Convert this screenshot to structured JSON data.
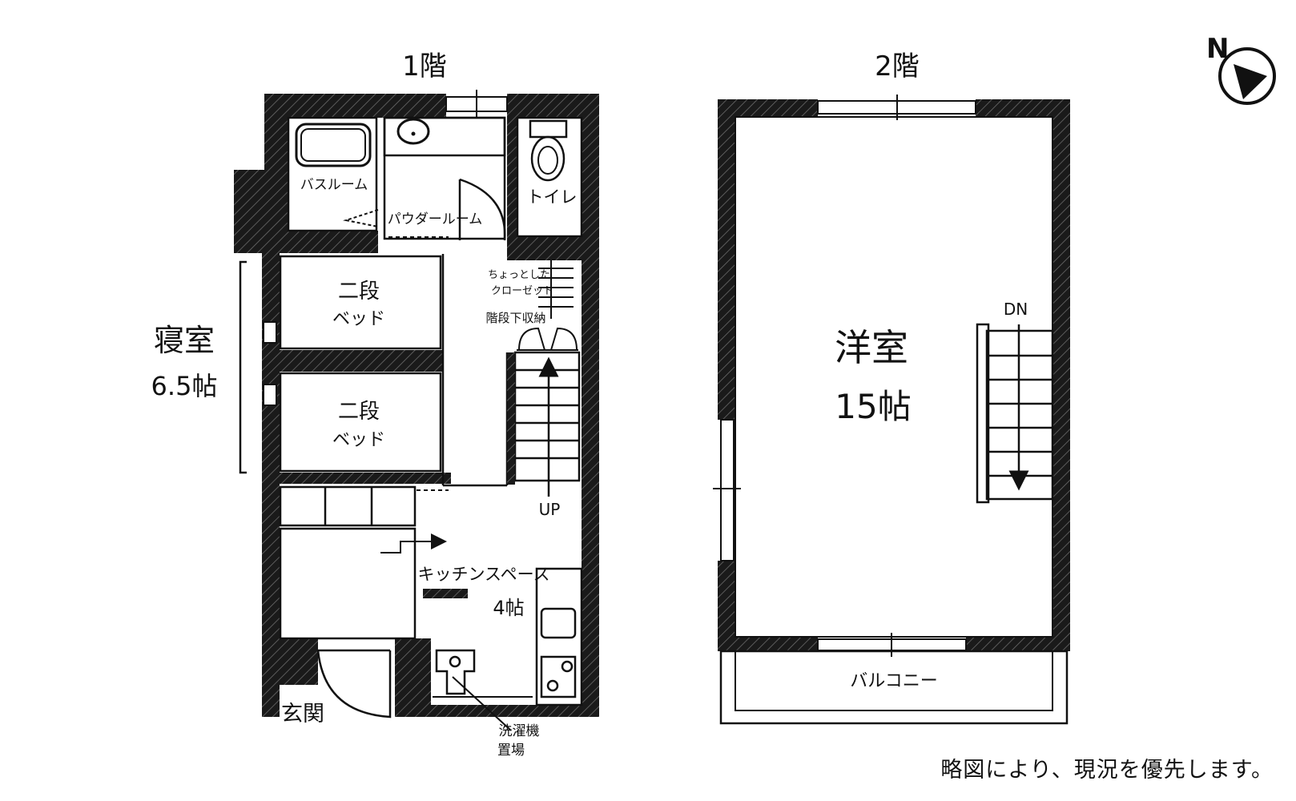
{
  "floor1": {
    "title": "1階",
    "rooms": {
      "bathroom": "バスルーム",
      "powder_room": "パウダールーム",
      "toilet": "トイレ",
      "closet_line1": "ちょっとした",
      "closet_line2": "クローゼット",
      "stair_storage": "階段下収納",
      "bed1_line1": "二段",
      "bed1_line2": "ベッド",
      "bed2_line1": "二段",
      "bed2_line2": "ベッド",
      "bedroom_name": "寝室",
      "bedroom_size": "6.5帖",
      "kitchen_name": "キッチンスペース",
      "kitchen_size": "4帖",
      "entrance": "玄関",
      "laundry_line1": "洗濯機",
      "laundry_line2": "置場",
      "up": "UP"
    }
  },
  "floor2": {
    "title": "2階",
    "rooms": {
      "western_name": "洋室",
      "western_size": "15帖",
      "balcony": "バルコニー",
      "down": "DN"
    }
  },
  "compass": {
    "label": "N"
  },
  "note": "略図により、現況を優先します。",
  "colors": {
    "wall": "#1a1a1a",
    "line": "#111111",
    "background": "#ffffff"
  }
}
